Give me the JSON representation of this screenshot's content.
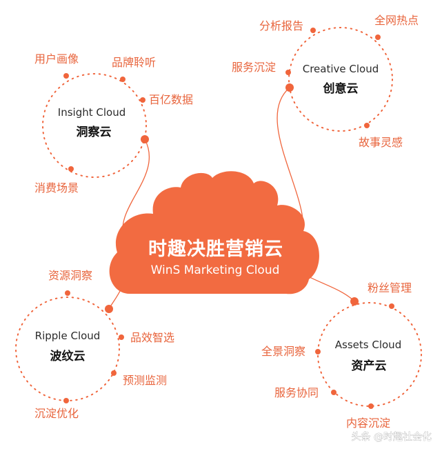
{
  "colors": {
    "accent": "#f0653c",
    "label": "#e8643c",
    "cloud": "#f26b41"
  },
  "center": {
    "title": "时趣决胜营销云",
    "subtitle": "WinS Marketing Cloud"
  },
  "clouds": {
    "insight": {
      "en": "Insight Cloud",
      "zh": "洞察云",
      "labels": [
        "用户画像",
        "品牌聆听",
        "百亿数据",
        "消费场景"
      ]
    },
    "creative": {
      "en": "Creative Cloud",
      "zh": "创意云",
      "labels": [
        "分析报告",
        "全网热点",
        "服务沉淀",
        "故事灵感"
      ]
    },
    "ripple": {
      "en": "Ripple Cloud",
      "zh": "波纹云",
      "labels": [
        "资源洞察",
        "品效智选",
        "预测监测",
        "沉淀优化"
      ]
    },
    "assets": {
      "en": "Assets Cloud",
      "zh": "资产云",
      "labels": [
        "粉丝管理",
        "全景洞察",
        "服务协同",
        "内容沉淀"
      ]
    }
  },
  "watermark": "头条 @时趣社会化"
}
